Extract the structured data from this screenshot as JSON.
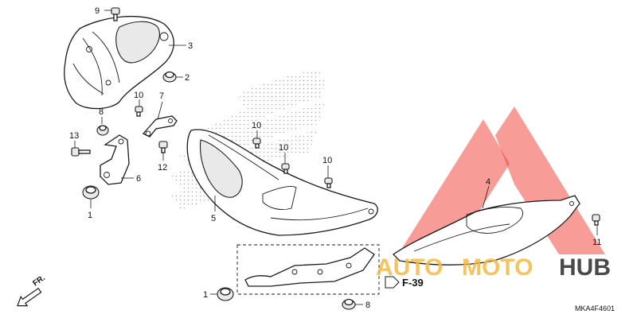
{
  "diagram": {
    "callouts": [
      {
        "id": "c9",
        "text": "9"
      },
      {
        "id": "c3",
        "text": "3"
      },
      {
        "id": "c2",
        "text": "2"
      },
      {
        "id": "c10a",
        "text": "10"
      },
      {
        "id": "c7",
        "text": "7"
      },
      {
        "id": "c8a",
        "text": "8"
      },
      {
        "id": "c13",
        "text": "13"
      },
      {
        "id": "c12",
        "text": "12"
      },
      {
        "id": "c6",
        "text": "6"
      },
      {
        "id": "c1a",
        "text": "1"
      },
      {
        "id": "c10b",
        "text": "10"
      },
      {
        "id": "c10c",
        "text": "10"
      },
      {
        "id": "c10d",
        "text": "10"
      },
      {
        "id": "c5",
        "text": "5"
      },
      {
        "id": "c4",
        "text": "4"
      },
      {
        "id": "c11",
        "text": "11"
      },
      {
        "id": "c1b",
        "text": "1"
      },
      {
        "id": "c8b",
        "text": "8"
      }
    ],
    "reference": "F-39",
    "direction": "FR.",
    "part_code": "MKA4F4601"
  },
  "watermark": {
    "brand_left": "AUTO",
    "brand_mid": "MOTO",
    "brand_right": "HUB",
    "colors": {
      "red": "#f04a3f",
      "gold": "#f4b841",
      "dark": "#2a2a2a"
    }
  }
}
